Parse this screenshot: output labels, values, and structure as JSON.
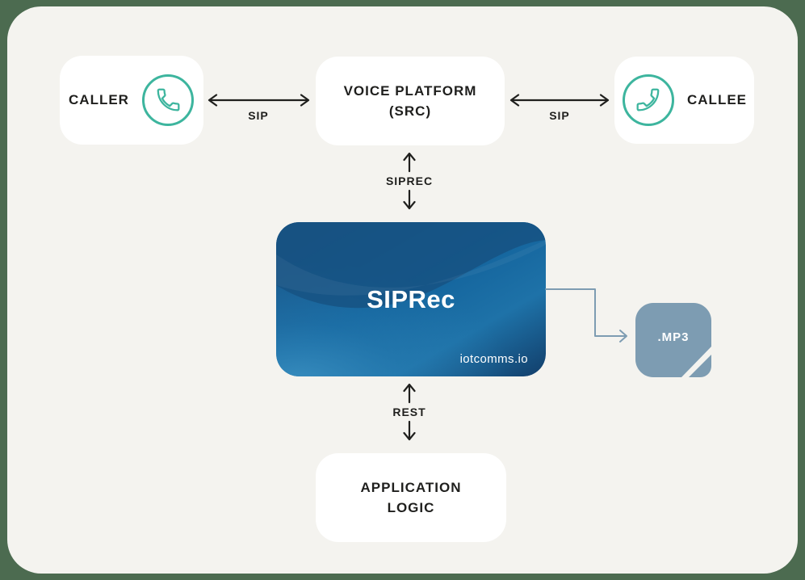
{
  "title": "SIPRec call recording architecture diagram",
  "colors": {
    "page_background": "#4c6b50",
    "canvas_background": "#f4f3ef",
    "node_background": "#ffffff",
    "text": "#1f1f1d",
    "teal_icon": "#3db59e",
    "siprec_blue_dark": "#175181",
    "siprec_blue_mid": "#13639c",
    "siprec_blue_light": "#2e84b8",
    "siprec_navy": "#123e6a",
    "file_steel_blue": "#7d9cb2"
  },
  "nodes": {
    "caller": {
      "label": "CALLER",
      "icon": "phone-icon"
    },
    "voice_platform": {
      "line1": "VOICE PLATFORM",
      "line2": "(SRC)"
    },
    "callee": {
      "label": "CALLEE",
      "icon": "phone-icon"
    },
    "siprec": {
      "label": "SIPRec",
      "brand": "iotcomms.io"
    },
    "application_logic": {
      "line1": "APPLICATION",
      "line2": "LOGIC"
    },
    "mp3_file": {
      "label": ".MP3",
      "icon": "file-icon"
    }
  },
  "edges": {
    "caller_voice": {
      "label": "SIP",
      "type": "bidirectional-horizontal"
    },
    "voice_callee": {
      "label": "SIP",
      "type": "bidirectional-horizontal"
    },
    "voice_siprec": {
      "label": "SIPREC",
      "type": "bidirectional-vertical"
    },
    "siprec_application": {
      "label": "REST",
      "type": "bidirectional-vertical"
    },
    "siprec_mp3": {
      "label": "",
      "type": "elbow-right"
    }
  }
}
